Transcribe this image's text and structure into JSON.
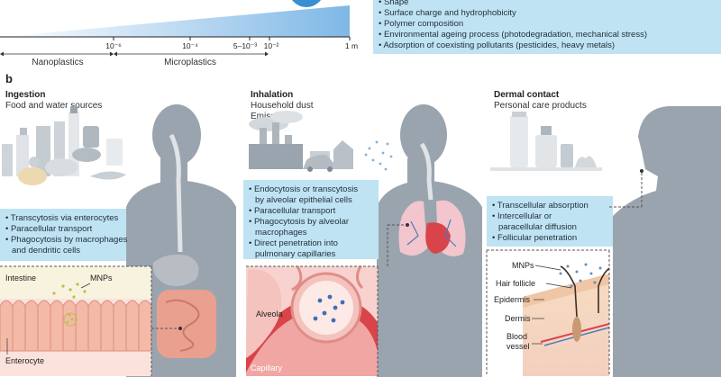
{
  "panel_label": "b",
  "scale": {
    "ticks": [
      "10⁻⁶",
      "10⁻⁴",
      "5–10⁻³",
      "10⁻²",
      "1 m"
    ],
    "nano_label": "Nanoplastics",
    "micro_label": "Microplastics"
  },
  "properties": [
    "Shape",
    "Surface charge and hydrophobicity",
    "Polymer composition",
    "Environmental ageing process (photodegradation, mechanical stress)",
    "Adsorption of coexisting pollutants (pesticides, heavy metals)"
  ],
  "ingestion": {
    "title": "Ingestion",
    "subtitle": "Food and water sources",
    "mechanisms": [
      "Transcytosis via enterocytes",
      "Paracellular transport",
      "Phagocytosis by macrophages",
      "and dendritic cells"
    ],
    "labels": {
      "intestine": "Intestine",
      "mnps": "MNPs",
      "enterocyte": "Enterocyte"
    }
  },
  "inhalation": {
    "title": "Inhalation",
    "subtitle_1": "Household dust",
    "subtitle_2": "Emissions",
    "mechanisms": [
      "Endocytosis or transcytosis",
      "by alveolar epithelial cells",
      "Paracellular transport",
      "Phagocytosis by alveolar",
      "macrophages",
      "Direct penetration into",
      "pulmonary capillaries"
    ],
    "labels": {
      "alveola": "Alveola",
      "capillary": "Capillary"
    }
  },
  "dermal": {
    "title": "Dermal contact",
    "subtitle": "Personal care products",
    "mechanisms": [
      "Transcellular absorption",
      "Intercellular or",
      "paracellular diffusion",
      "Follicular penetration"
    ],
    "labels": {
      "mnps": "MNPs",
      "hair_follicle": "Hair follicle",
      "epidermis": "Epidermis",
      "dermis": "Dermis",
      "blood_1": "Blood",
      "blood_2": "vessel"
    }
  },
  "colors": {
    "callout": "#bfe3f2",
    "silhouette": "#9aa4ae",
    "intestine": "#e9a08f",
    "capillary": "#d9434a",
    "scale_blue": "#3a8fd0"
  }
}
